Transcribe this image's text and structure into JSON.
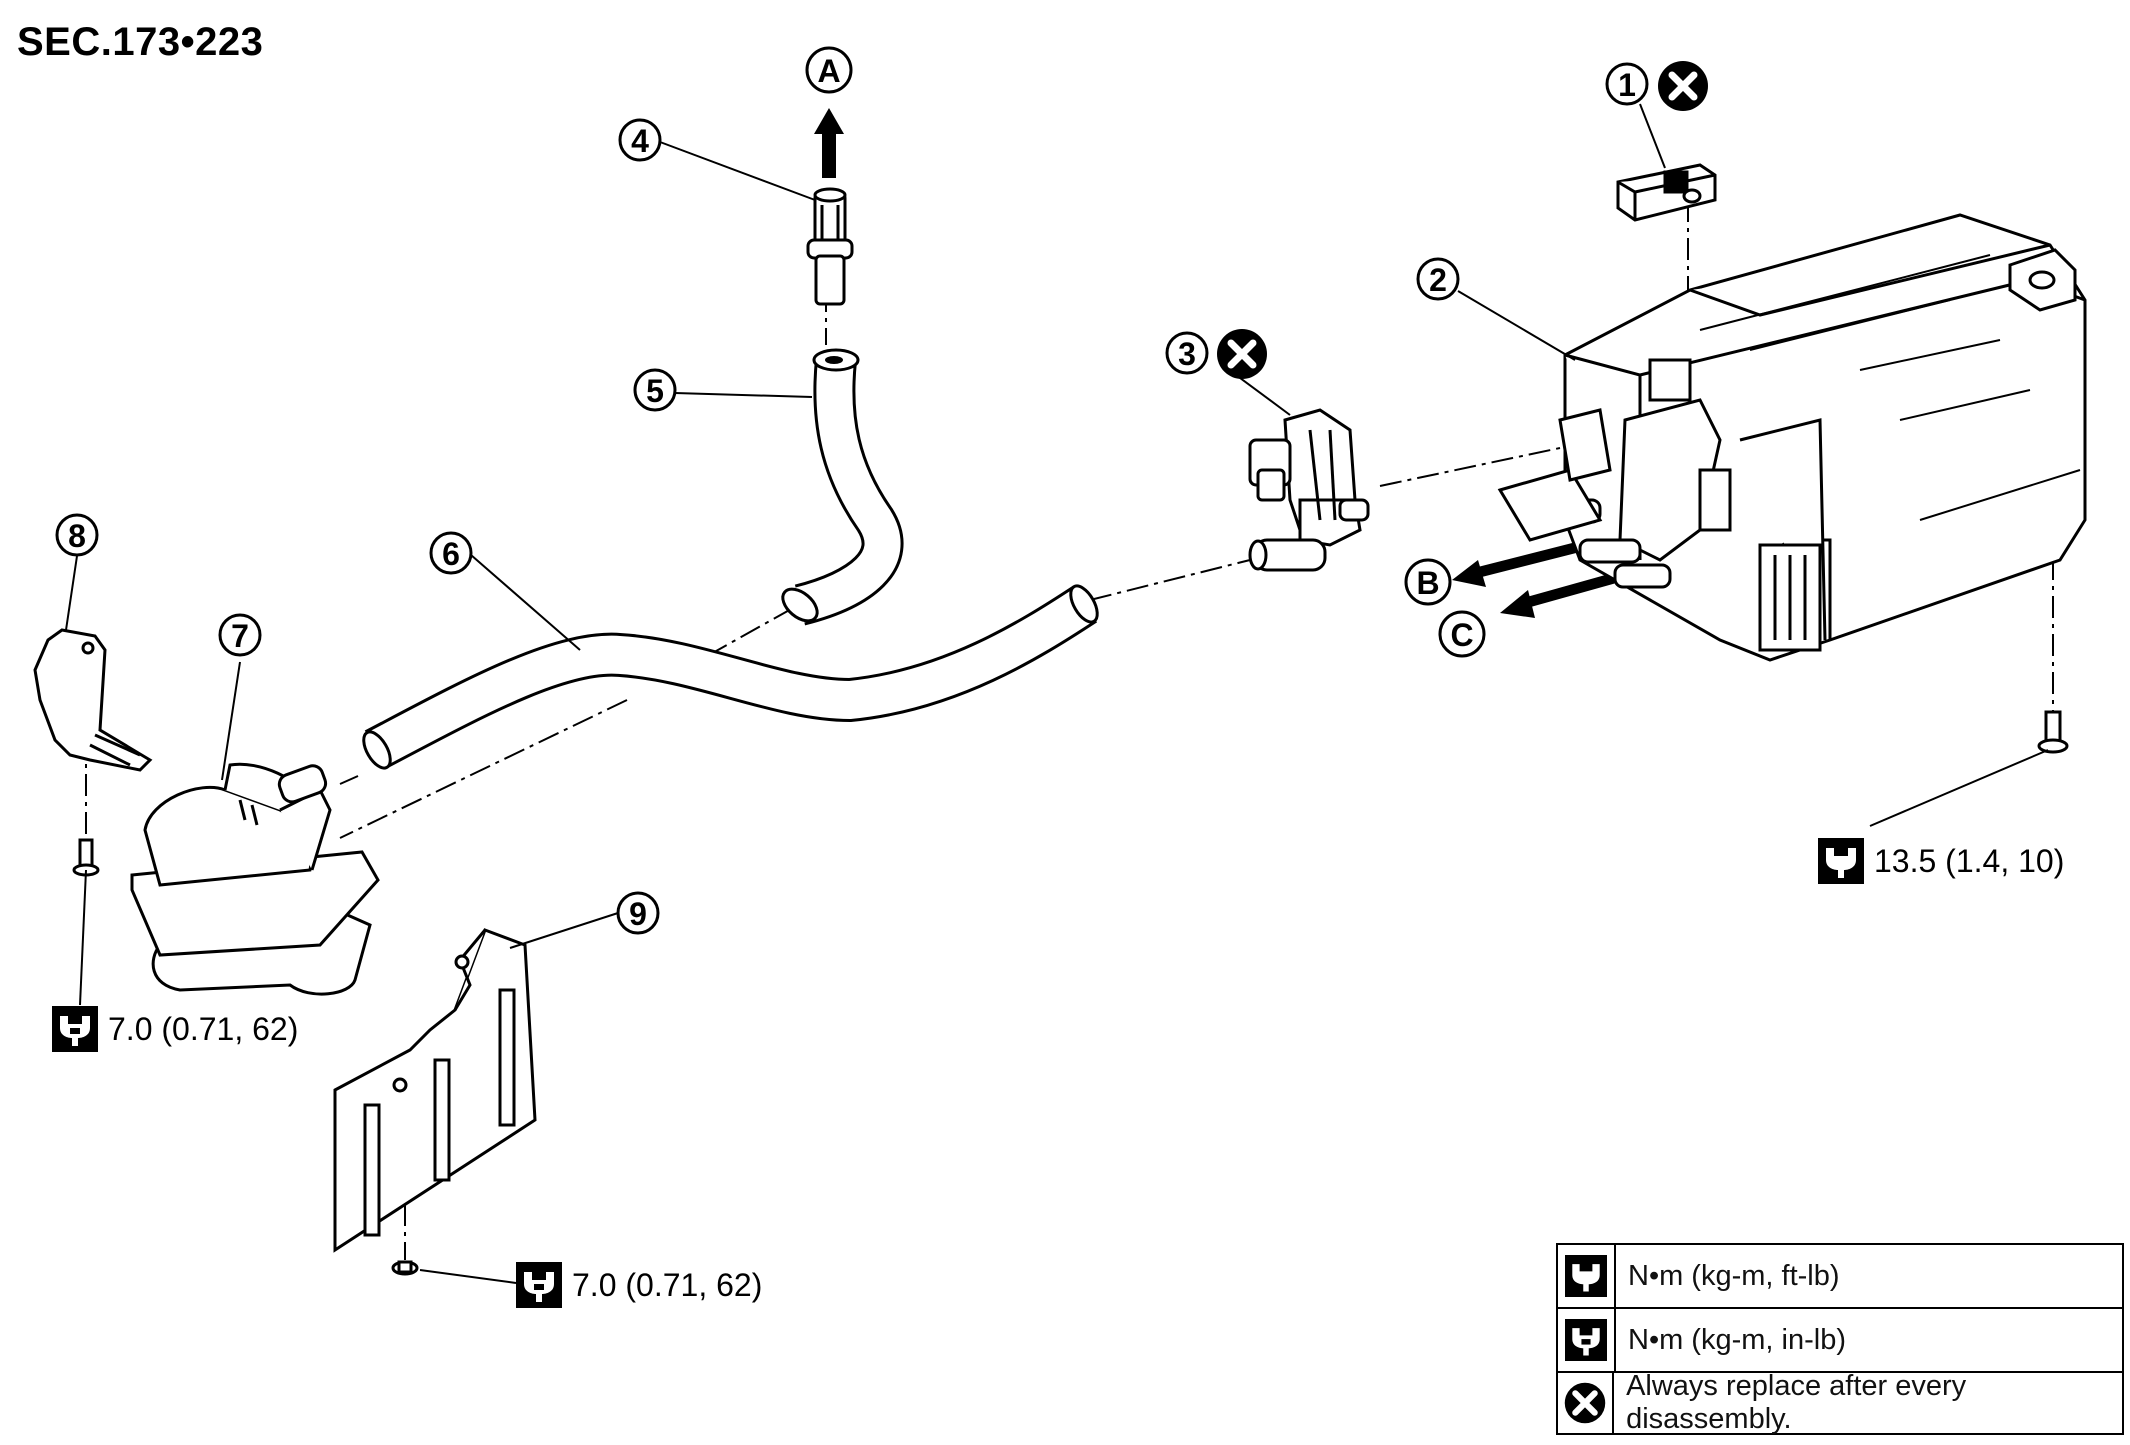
{
  "section_code": "SEC.173•223",
  "parts": [
    {
      "number": "1",
      "replace_always": true
    },
    {
      "number": "2",
      "replace_always": false
    },
    {
      "number": "3",
      "replace_always": true
    },
    {
      "number": "4",
      "replace_always": false
    },
    {
      "number": "5",
      "replace_always": false
    },
    {
      "number": "6",
      "replace_always": false
    },
    {
      "number": "7",
      "replace_always": false
    },
    {
      "number": "8",
      "replace_always": false
    },
    {
      "number": "9",
      "replace_always": false
    }
  ],
  "directions": [
    {
      "letter": "A"
    },
    {
      "letter": "B"
    },
    {
      "letter": "C"
    }
  ],
  "torque_specs": {
    "canister_bolt": "13.5 (1.4, 10)",
    "bracket_bolt": "7.0 (0.71, 62)",
    "protector_bolt": "7.0 (0.71, 62)"
  },
  "legend": [
    {
      "icon": "torque-ft-lb-icon",
      "text": "N•m (kg-m, ft-lb)"
    },
    {
      "icon": "torque-in-lb-icon",
      "text": "N•m (kg-m, in-lb)"
    },
    {
      "icon": "replace-x-icon",
      "text": "Always replace after every disassembly."
    }
  ]
}
